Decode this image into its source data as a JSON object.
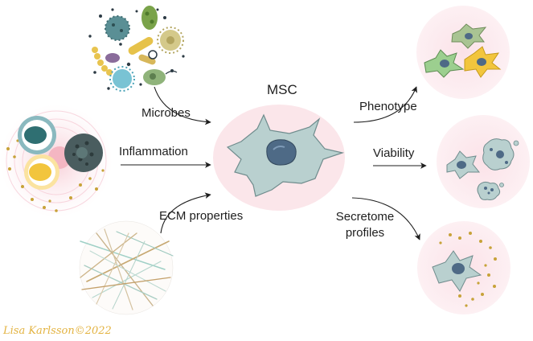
{
  "center": {
    "label": "MSC"
  },
  "inputs": [
    {
      "key": "microbes",
      "label": "Microbes"
    },
    {
      "key": "inflammation",
      "label": "Inflammation"
    },
    {
      "key": "ecm",
      "label": "ECM properties"
    }
  ],
  "outputs": [
    {
      "key": "phenotype",
      "label": "Phenotype"
    },
    {
      "key": "viability",
      "label": "Viability"
    },
    {
      "key": "secretome",
      "label": "Secretome\nprofiles"
    }
  ],
  "credit": "Lisa Karlsson©2022",
  "colors": {
    "cell_body": "#b9d0cf",
    "cell_outline": "#6f8c8d",
    "nucleus": "#4e6a86",
    "halo": "#fbe6ea",
    "arrow": "#1e1e1e",
    "yellow_cell": "#f2c53d",
    "green_cell": "#9ccf8f",
    "gold_dots": "#c7a238",
    "credit": "#e3b341"
  }
}
